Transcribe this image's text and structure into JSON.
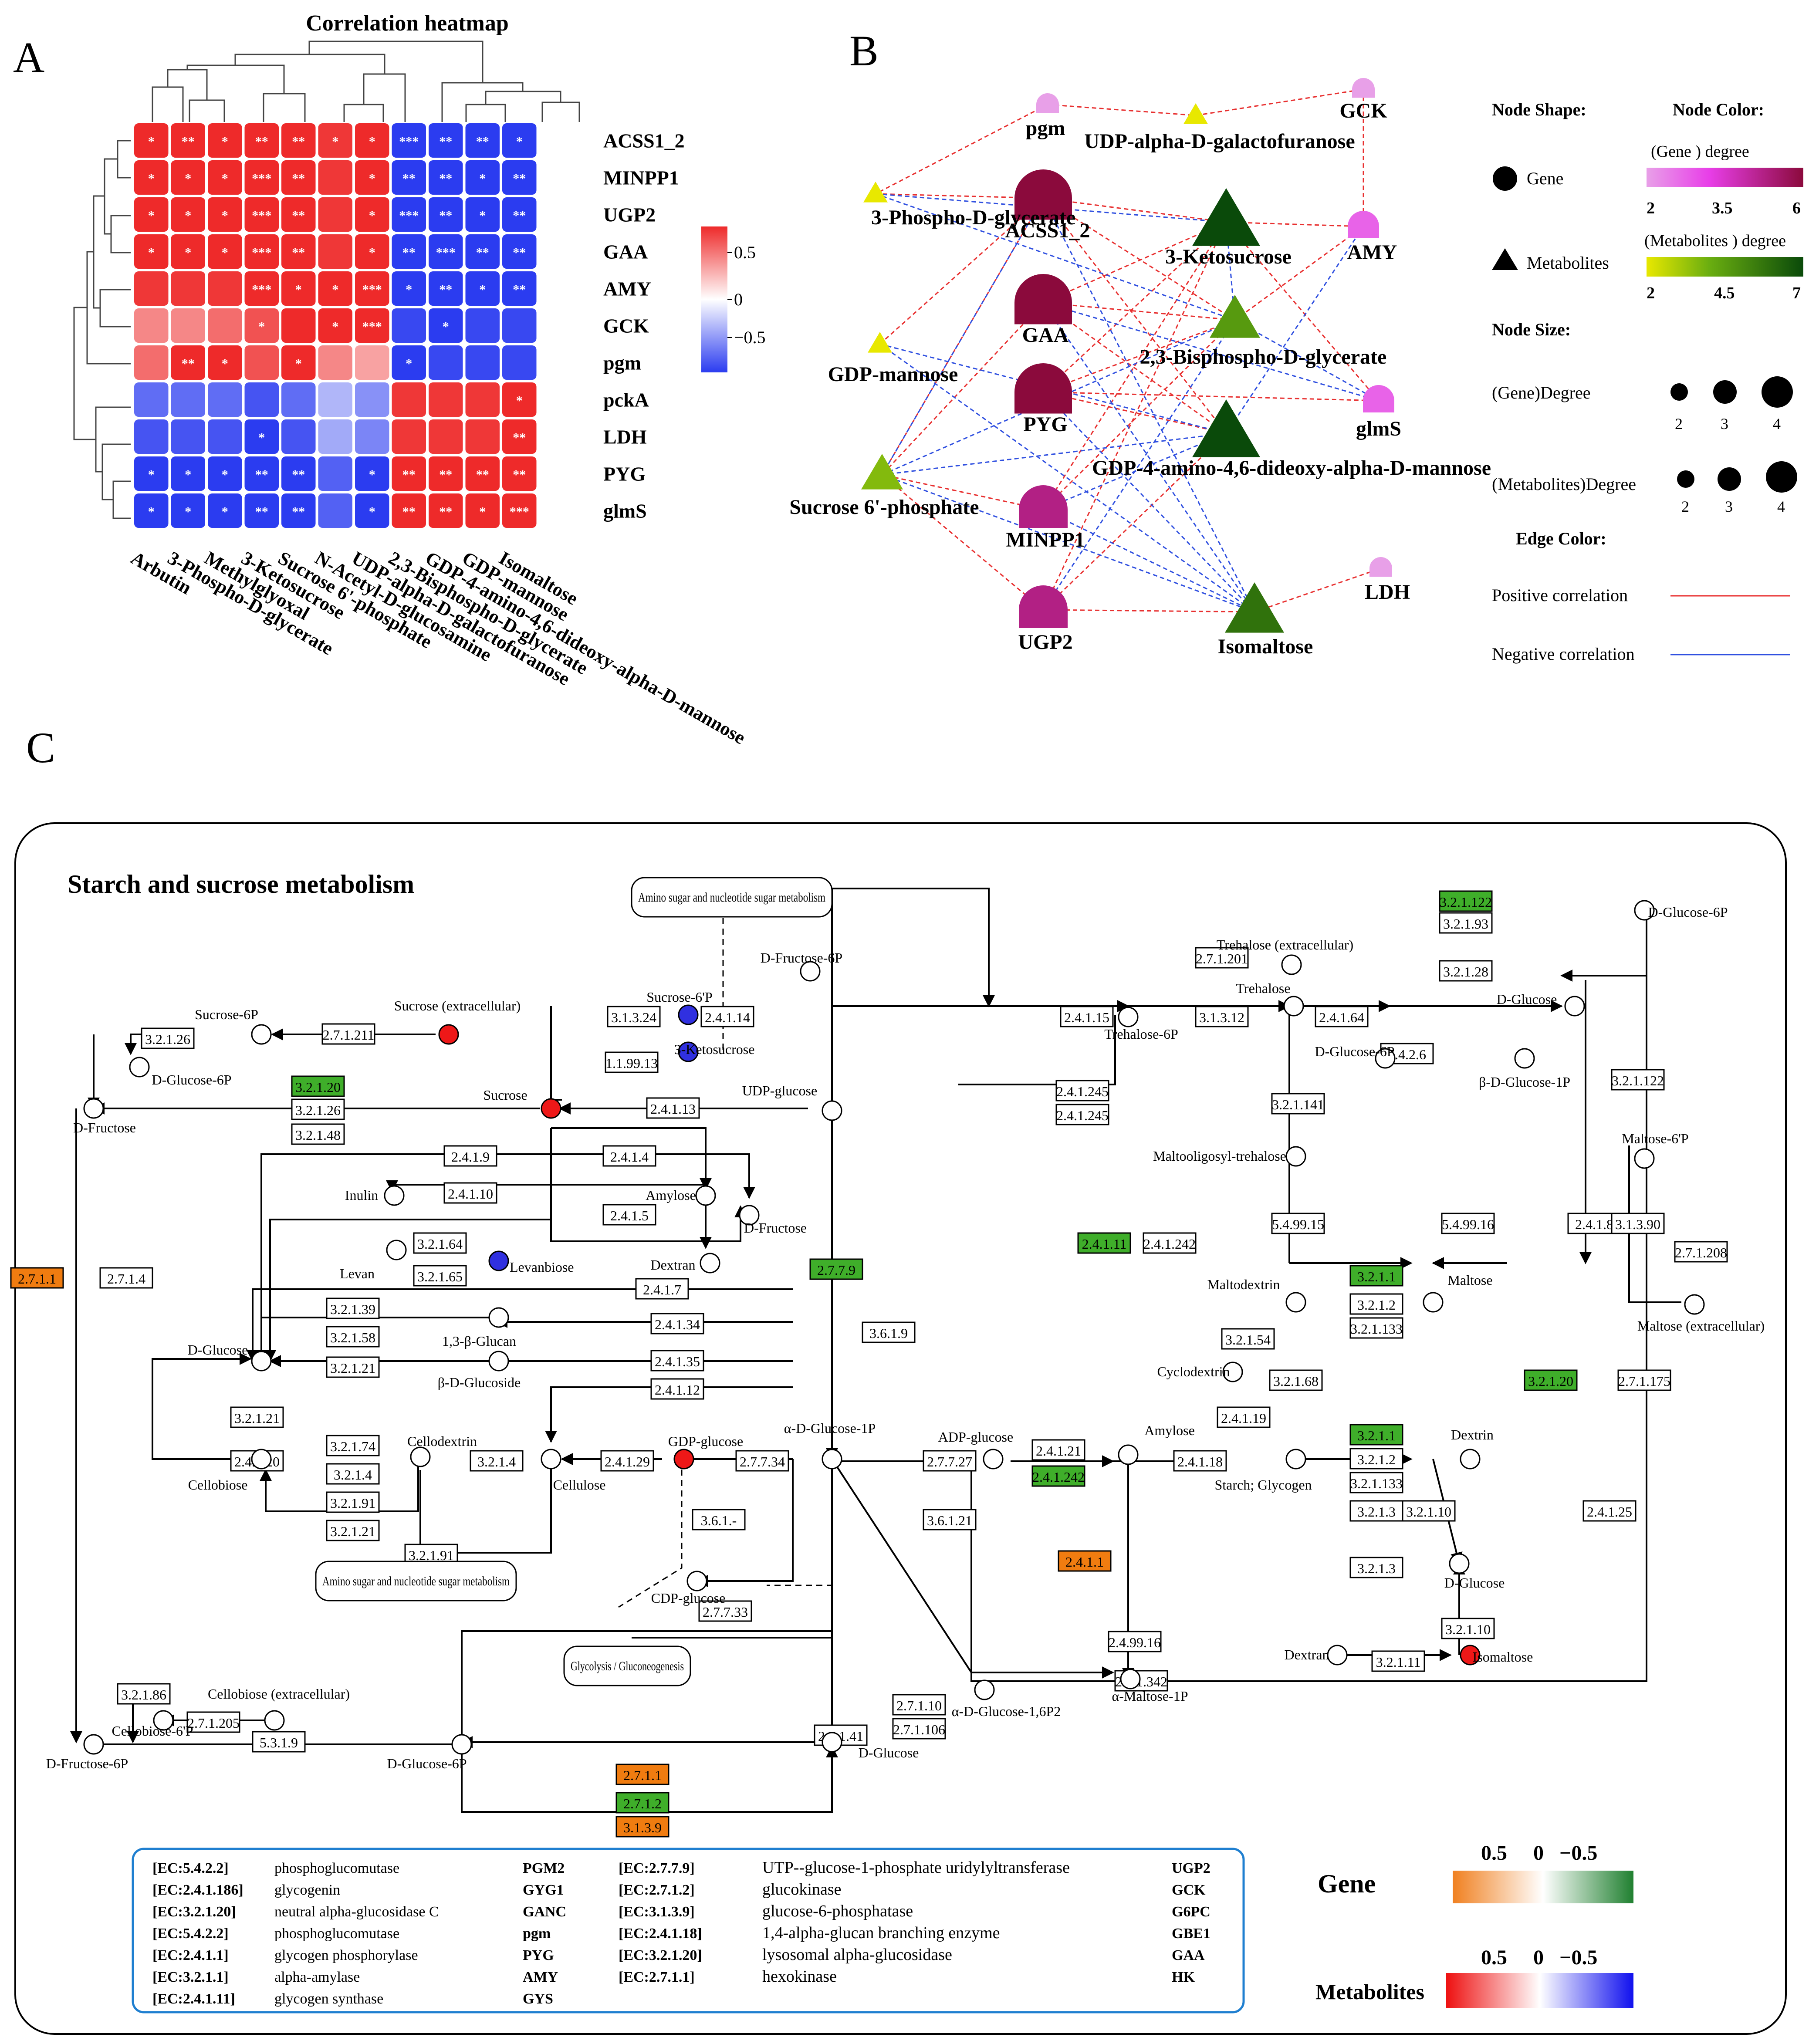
{
  "panels": {
    "a": "A",
    "b": "B",
    "c": "C"
  },
  "heatmap": {
    "title": "Correlation heatmap",
    "rows": [
      "ACSS1_2",
      "MINPP1",
      "UGP2",
      "GAA",
      "AMY",
      "GCK",
      "pgm",
      "pckA",
      "LDH",
      "PYG",
      "glmS"
    ],
    "cols": [
      "Arbutin",
      "3-Phospho-D-glycerate",
      "Methylglyoxal",
      "3-Ketosucrose",
      "Sucrose 6'-phosphate",
      "N-Acetyl-D-glucosamine",
      "UDP-alpha-D-galactofuranose",
      "2,3-Bisphospho-D-glycerate",
      "GDP-4-amino-4,6-dideoxy-alpha-D-mannose",
      "GDP-mannose",
      "Isomaltose"
    ],
    "values": [
      [
        0.8,
        0.85,
        0.8,
        0.85,
        0.85,
        0.75,
        0.85,
        -0.85,
        -0.85,
        -0.85,
        -0.85
      ],
      [
        0.8,
        0.8,
        0.8,
        0.9,
        0.85,
        0.75,
        0.8,
        -0.85,
        -0.85,
        -0.85,
        -0.85
      ],
      [
        0.8,
        0.8,
        0.8,
        0.9,
        0.85,
        0.75,
        0.8,
        -0.9,
        -0.85,
        -0.85,
        -0.85
      ],
      [
        0.8,
        0.8,
        0.8,
        0.9,
        0.85,
        0.75,
        0.8,
        -0.85,
        -0.9,
        -0.85,
        -0.85
      ],
      [
        0.75,
        0.75,
        0.75,
        0.9,
        0.8,
        0.8,
        0.9,
        -0.8,
        -0.85,
        -0.85,
        -0.85
      ],
      [
        0.45,
        0.45,
        0.55,
        0.65,
        0.8,
        0.8,
        0.9,
        -0.75,
        -0.8,
        -0.75,
        -0.75
      ],
      [
        0.55,
        0.8,
        0.8,
        0.65,
        0.8,
        0.45,
        0.35,
        -0.85,
        -0.75,
        -0.75,
        -0.75
      ],
      [
        -0.6,
        -0.6,
        -0.6,
        -0.7,
        -0.6,
        -0.3,
        -0.45,
        0.75,
        0.75,
        0.75,
        0.85
      ],
      [
        -0.7,
        -0.7,
        -0.7,
        -0.8,
        -0.7,
        -0.35,
        -0.5,
        0.75,
        0.75,
        0.75,
        0.9
      ],
      [
        -0.8,
        -0.8,
        -0.8,
        -0.9,
        -0.85,
        -0.65,
        -0.8,
        0.85,
        0.85,
        0.85,
        0.85
      ],
      [
        -0.8,
        -0.8,
        -0.8,
        -0.9,
        -0.85,
        -0.65,
        -0.8,
        0.85,
        0.85,
        0.85,
        0.95
      ]
    ],
    "stars": [
      [
        "*",
        "**",
        "*",
        "**",
        "**",
        "*",
        "*",
        "***",
        "**",
        "**",
        "*"
      ],
      [
        "*",
        "*",
        "*",
        "***",
        "**",
        "",
        "*",
        "**",
        "**",
        "*",
        "**"
      ],
      [
        "*",
        "*",
        "*",
        "***",
        "**",
        "",
        "*",
        "***",
        "**",
        "*",
        "**"
      ],
      [
        "*",
        "*",
        "*",
        "***",
        "**",
        "",
        "*",
        "**",
        "***",
        "**",
        "**"
      ],
      [
        "",
        "",
        "",
        "***",
        "*",
        "*",
        "***",
        "*",
        "**",
        "*",
        "**"
      ],
      [
        "",
        "",
        "",
        "*",
        "",
        "*",
        "***",
        "",
        "*",
        "",
        ""
      ],
      [
        "",
        "**",
        "*",
        "",
        "*",
        "",
        "",
        "*",
        "",
        "",
        ""
      ],
      [
        "",
        "",
        "",
        "",
        "",
        "",
        "",
        "",
        "",
        "",
        "*"
      ],
      [
        "",
        "",
        "",
        "*",
        "",
        "",
        "",
        "",
        "",
        "",
        "**"
      ],
      [
        "*",
        "*",
        "*",
        "**",
        "**",
        "",
        "*",
        "**",
        "**",
        "**",
        "**"
      ],
      [
        "*",
        "*",
        "*",
        "**",
        "**",
        "",
        "*",
        "**",
        "**",
        "*",
        "***"
      ]
    ],
    "legend_ticks": [
      "0.5",
      "0",
      "−0.5"
    ],
    "colors": {
      "pos": "#ee2a2a",
      "neg": "#2b3cf0",
      "mid": "#ffffff"
    }
  },
  "network": {
    "gene_nodes": [
      {
        "id": "pgm",
        "label": "pgm",
        "degree": 2
      },
      {
        "id": "GCK",
        "label": "GCK",
        "degree": 2
      },
      {
        "id": "ACSS1_2",
        "label": "ACSS1_2",
        "degree": 6
      },
      {
        "id": "AMY",
        "label": "AMY",
        "degree": 3
      },
      {
        "id": "GAA",
        "label": "GAA",
        "degree": 6
      },
      {
        "id": "PYG",
        "label": "PYG",
        "degree": 6
      },
      {
        "id": "glmS",
        "label": "glmS",
        "degree": 3
      },
      {
        "id": "MINPP1",
        "label": "MINPP1",
        "degree": 5
      },
      {
        "id": "UGP2",
        "label": "UGP2",
        "degree": 5
      },
      {
        "id": "LDH",
        "label": "LDH",
        "degree": 2
      }
    ],
    "metabolite_nodes": [
      {
        "id": "UDPgal",
        "label": "UDP-alpha-D-galactofuranose",
        "degree": 2
      },
      {
        "id": "3PG",
        "label": "3-Phospho-D-glycerate",
        "degree": 2
      },
      {
        "id": "3KS",
        "label": "3-Ketosucrose",
        "degree": 7
      },
      {
        "id": "GDPman",
        "label": "GDP-mannose",
        "degree": 2
      },
      {
        "id": "23BPG",
        "label": "2,3-Bisphospho-D-glycerate",
        "degree": 5
      },
      {
        "id": "GDP4",
        "label": "GDP-4-amino-4,6-dideoxy-alpha-D-mannose",
        "degree": 7
      },
      {
        "id": "S6P",
        "label": "Sucrose 6'-phosphate",
        "degree": 4
      },
      {
        "id": "Iso",
        "label": "Isomaltose",
        "degree": 6
      }
    ],
    "edges_positive": [
      [
        "pgm",
        "3PG"
      ],
      [
        "pgm",
        "UDPgal"
      ],
      [
        "UDPgal",
        "GCK"
      ],
      [
        "GCK",
        "AMY"
      ],
      [
        "3PG",
        "ACSS1_2"
      ],
      [
        "ACSS1_2",
        "3KS"
      ],
      [
        "ACSS1_2",
        "23BPG"
      ],
      [
        "ACSS1_2",
        "GDP4"
      ],
      [
        "ACSS1_2",
        "GDPman"
      ],
      [
        "GAA",
        "3KS"
      ],
      [
        "GAA",
        "23BPG"
      ],
      [
        "GAA",
        "GDP4"
      ],
      [
        "GAA",
        "S6P"
      ],
      [
        "PYG",
        "3KS"
      ],
      [
        "PYG",
        "23BPG"
      ],
      [
        "PYG",
        "GDP4"
      ],
      [
        "PYG",
        "glmS"
      ],
      [
        "MINPP1",
        "3KS"
      ],
      [
        "MINPP1",
        "23BPG"
      ],
      [
        "MINPP1",
        "S6P"
      ],
      [
        "UGP2",
        "3KS"
      ],
      [
        "UGP2",
        "GDP4"
      ],
      [
        "UGP2",
        "Iso"
      ],
      [
        "UGP2",
        "S6P"
      ],
      [
        "Iso",
        "LDH"
      ],
      [
        "AMY",
        "3KS"
      ],
      [
        "3KS",
        "glmS"
      ],
      [
        "AMY",
        "23BPG"
      ],
      [
        "S6P",
        "ACSS1_2"
      ]
    ],
    "edges_negative": [
      [
        "3PG",
        "3KS"
      ],
      [
        "3PG",
        "23BPG"
      ],
      [
        "GDPman",
        "GDP4"
      ],
      [
        "GDPman",
        "Iso"
      ],
      [
        "S6P",
        "Iso"
      ],
      [
        "S6P",
        "GDP4"
      ],
      [
        "ACSS1_2",
        "Iso"
      ],
      [
        "GAA",
        "Iso"
      ],
      [
        "PYG",
        "Iso"
      ],
      [
        "MINPP1",
        "Iso"
      ],
      [
        "MINPP1",
        "GDP4"
      ],
      [
        "UGP2",
        "23BPG"
      ],
      [
        "AMY",
        "GDP4"
      ],
      [
        "glmS",
        "23BPG"
      ],
      [
        "GAA",
        "glmS"
      ],
      [
        "3KS",
        "23BPG"
      ],
      [
        "S6P",
        "23BPG"
      ],
      [
        "ACSS1_2",
        "S6P"
      ]
    ],
    "legend": {
      "node_shape": "Node Shape:",
      "node_color": "Node Color:",
      "gene": "Gene",
      "gene_degree": "(Gene ) degree",
      "gene_ticks": [
        "2",
        "3.5",
        "6"
      ],
      "metabolites": "Metabolites",
      "met_degree": "(Metabolites ) degree",
      "met_ticks": [
        "2",
        "4.5",
        "7"
      ],
      "node_size": "Node Size:",
      "gene_size": "(Gene)Degree",
      "met_size": "(Metabolites)Degree",
      "size_ticks": [
        "2",
        "3",
        "4"
      ],
      "edge_color": "Edge Color:",
      "pos": "Positive correlation",
      "neg": "Negative correlation"
    },
    "colors": {
      "gene_low": "#e8a0e8",
      "gene_high": "#8b0a3c",
      "met_low": "#e8e800",
      "met_high": "#0a4a0a",
      "pos_edge": "#e83030",
      "neg_edge": "#3050e0"
    }
  },
  "pathway": {
    "title": "Starch and sucrose metabolism",
    "enzymes": [
      "3.2.1.26",
      "2.7.1.211",
      "3.2.1.20",
      "3.2.1.26",
      "3.2.1.48",
      "2.4.1.9",
      "2.4.1.10",
      "3.2.1.64",
      "3.2.1.65",
      "2.4.1.7",
      "3.2.1.39",
      "3.2.1.58",
      "3.2.1.21",
      "2.4.1.34",
      "2.4.1.35",
      "2.4.1.12",
      "3.2.1.21",
      "3.2.1.74",
      "3.2.1.4",
      "3.2.1.91",
      "3.2.1.21",
      "2.4.1.20",
      "3.2.1.4",
      "2.4.1.29",
      "2.7.7.34",
      "3.6.1.-",
      "3.2.1.91",
      "2.7.7.33",
      "5.4.2.2",
      "3.2.1.86",
      "2.7.1.205",
      "5.3.1.9",
      "2.7.1.1",
      "2.7.1.2",
      "3.1.3.9",
      "2.7.1.41",
      "2.7.1.10",
      "2.7.1.106",
      "2.7.1.1",
      "2.7.1.4",
      "3.1.3.24",
      "2.4.1.14",
      "1.1.99.13",
      "2.4.1.13",
      "2.4.1.4",
      "2.4.1.5",
      "2.7.7.9",
      "3.6.1.9",
      "2.7.7.27",
      "3.6.1.21",
      "2.4.1.21",
      "2.4.1.242",
      "2.4.1.18",
      "2.4.1.1",
      "2.4.1.15",
      "3.1.3.12",
      "2.7.1.201",
      "2.4.1.245",
      "2.4.1.245",
      "2.4.1.64",
      "5.4.2.6",
      "3.2.1.122",
      "3.2.1.93",
      "3.2.1.28",
      "3.2.1.122",
      "3.2.1.141",
      "5.4.99.15",
      "5.4.99.16",
      "2.4.1.8",
      "3.1.3.90",
      "2.7.1.208",
      "2.4.1.11",
      "2.4.1.242",
      "3.2.1.1",
      "3.2.1.2",
      "3.2.1.133",
      "3.2.1.54",
      "3.2.1.68",
      "2.4.1.19",
      "3.2.1.20",
      "2.7.1.175",
      "3.2.1.1",
      "3.2.1.2",
      "3.2.1.133",
      "3.2.1.3",
      "3.2.1.10",
      "2.4.1.25",
      "3.2.1.3",
      "3.2.1.10",
      "2.4.99.16",
      "2.4.1.342",
      "3.2.1.11"
    ],
    "compounds": [
      "Sucrose-6P",
      "Sucrose (extracellular)",
      "D-Glucose-6P",
      "D-Fructose",
      "Sucrose",
      "Inulin",
      "Levan",
      "Levanbiose",
      "D-Glucose",
      "1,3-β-Glucan",
      "β-D-Glucoside",
      "Cellodextrin",
      "Cellobiose",
      "Cellulose",
      "GDP-glucose",
      "CDP-glucose",
      "Cellobiose (extracellular)",
      "Cellobiose-6'P",
      "D-Fructose-6P",
      "D-Glucose-6P",
      "D-Glucose",
      "α-D-Glucose-1,6P2",
      "D-Fructose-6P",
      "Sucrose-6'P",
      "3-Ketosucrose",
      "UDP-glucose",
      "Amylose",
      "Dextran",
      "D-Fructose",
      "α-D-Glucose-1P",
      "ADP-glucose",
      "Trehalose (extracellular)",
      "Trehalose",
      "Trehalose-6P",
      "D-Glucose",
      "D-Glucose-6P",
      "β-D-Glucose-1P",
      "D-Glucose-6P",
      "Maltose-6'P",
      "Maltooligosyl-trehalose",
      "Maltodextrin",
      "Maltose",
      "Maltose (extracellular)",
      "Cyclodextrin",
      "Amylose",
      "Starch; Glycogen",
      "Dextrin",
      "D-Glucose",
      "Dextran",
      "Isomaltose",
      "α-Maltose-1P"
    ],
    "boxes": [
      "Amino sugar and nucleotide sugar metabolism",
      "Amino sugar and nucleotide sugar metabolism",
      "Glycolysis / Gluconeogenesis"
    ],
    "gene_legend": [
      {
        "ec": "[EC:5.4.2.2]",
        "name": "phosphoglucomutase",
        "gene": "PGM2"
      },
      {
        "ec": "[EC:2.4.1.186]",
        "name": "glycogenin",
        "gene": "GYG1"
      },
      {
        "ec": "[EC:3.2.1.20]",
        "name": "neutral alpha-glucosidase C",
        "gene": "GANC"
      },
      {
        "ec": "[EC:5.4.2.2]",
        "name": "phosphoglucomutase",
        "gene": "pgm"
      },
      {
        "ec": "[EC:2.4.1.1]",
        "name": "glycogen phosphorylase",
        "gene": "PYG"
      },
      {
        "ec": "[EC:3.2.1.1]",
        "name": "alpha-amylase",
        "gene": "AMY"
      },
      {
        "ec": "[EC:2.4.1.11]",
        "name": "glycogen synthase",
        "gene": "GYS"
      },
      {
        "ec": "[EC:2.7.7.9]",
        "name": "UTP--glucose-1-phosphate uridylyltransferase",
        "gene": "UGP2"
      },
      {
        "ec": "[EC:2.7.1.2]",
        "name": "glucokinase",
        "gene": "GCK"
      },
      {
        "ec": "[EC:3.1.3.9]",
        "name": "glucose-6-phosphatase",
        "gene": "G6PC"
      },
      {
        "ec": "[EC:2.4.1.18]",
        "name": "1,4-alpha-glucan branching enzyme",
        "gene": "GBE1"
      },
      {
        "ec": "[EC:3.2.1.20]",
        "name": "lysosomal alpha-glucosidase",
        "gene": "GAA"
      },
      {
        "ec": "[EC:2.7.1.1]",
        "name": "hexokinase",
        "gene": "HK"
      }
    ],
    "scale": {
      "gene_label": "Gene",
      "met_label": "Metabolites",
      "ticks": [
        "0.5",
        "0",
        "−0.5"
      ],
      "gene_colors": [
        "#f08020",
        "#ffffff",
        "#208030"
      ],
      "met_colors": [
        "#ee1010",
        "#ffffff",
        "#1010ee"
      ]
    },
    "colors": {
      "green": "#3fae2a",
      "orange": "#f07c10",
      "red": "#ee1818",
      "blue": "#3030e0"
    }
  }
}
